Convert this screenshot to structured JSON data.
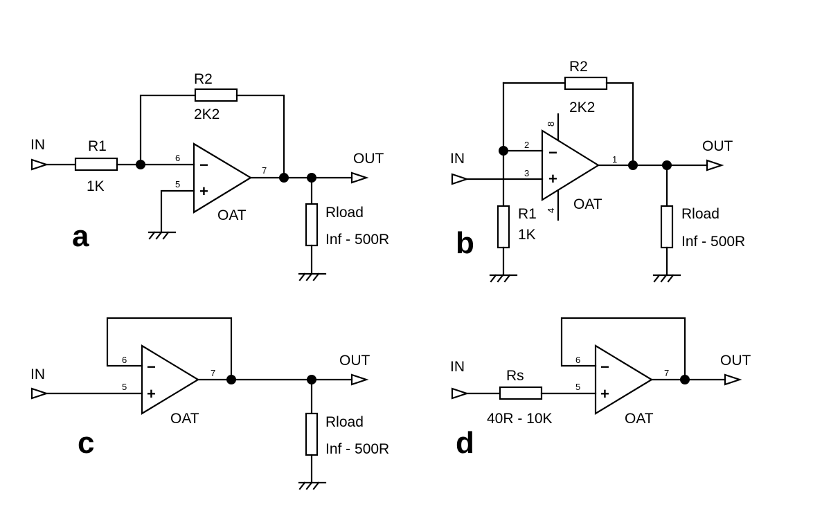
{
  "panel_a": {
    "letter": "a",
    "in": "IN",
    "out": "OUT",
    "r1_name": "R1",
    "r1_value": "1K",
    "r2_name": "R2",
    "r2_value": "2K2",
    "opamp": "OAT",
    "pin_inv": "6",
    "pin_noninv": "5",
    "pin_out": "7",
    "minus": "−",
    "plus": "+",
    "rload_name": "Rload",
    "rload_value": "Inf - 500R"
  },
  "panel_b": {
    "letter": "b",
    "in": "IN",
    "out": "OUT",
    "r1_name": "R1",
    "r1_value": "1K",
    "r2_name": "R2",
    "r2_value": "2K2",
    "opamp": "OAT",
    "pin_inv": "2",
    "pin_noninv": "3",
    "pin_out": "1",
    "pin_supply_top": "8",
    "pin_supply_bottom": "4",
    "minus": "−",
    "plus": "+",
    "rload_name": "Rload",
    "rload_value": "Inf - 500R"
  },
  "panel_c": {
    "letter": "c",
    "in": "IN",
    "out": "OUT",
    "opamp": "OAT",
    "pin_inv": "6",
    "pin_noninv": "5",
    "pin_out": "7",
    "minus": "−",
    "plus": "+",
    "rload_name": "Rload",
    "rload_value": "Inf - 500R"
  },
  "panel_d": {
    "letter": "d",
    "in": "IN",
    "out": "OUT",
    "rs_name": "Rs",
    "rs_value": "40R - 10K",
    "opamp": "OAT",
    "pin_inv": "6",
    "pin_noninv": "5",
    "pin_out": "7",
    "minus": "−",
    "plus": "+"
  }
}
